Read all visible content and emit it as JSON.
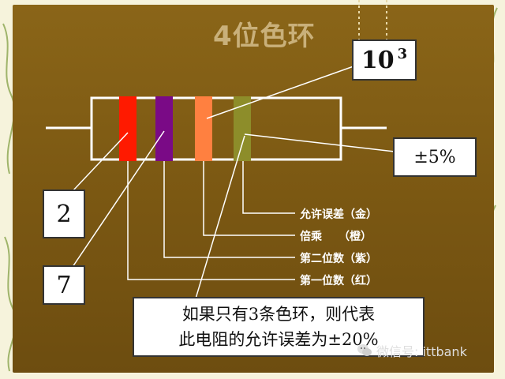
{
  "title": "4位色环",
  "multiplier": {
    "base": "10",
    "exp": "3"
  },
  "tolerance": "±5%",
  "digit_boxes": [
    "2",
    "7"
  ],
  "legend": [
    {
      "label": "允许误差（金）"
    },
    {
      "label": "倍乘　　（橙）"
    },
    {
      "label": "第二位数（紫）"
    },
    {
      "label": "第一位数（红）"
    }
  ],
  "note": {
    "line1": "如果只有3条色环，则代表",
    "line2": "此电阻的允许误差为±20%"
  },
  "band_colors": {
    "first": "#ff1a00",
    "second": "#7a0a86",
    "multiplier": "#ff8040",
    "tolerance": "#8d8d2a"
  },
  "watermark": "微信号: ittbank"
}
